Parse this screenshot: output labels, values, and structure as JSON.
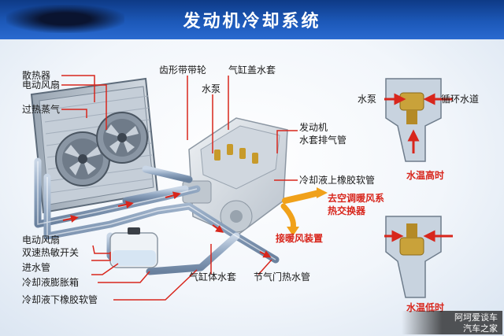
{
  "title": "发动机冷却系统",
  "labels": {
    "radiator": "散热器",
    "fan": "电动风扇",
    "steam": "过热蒸气",
    "gear_pulley": "齿形带带轮",
    "head_jacket": "气缸盖水套",
    "pump": "水泵",
    "engine_jacket_outlet_1": "发动机",
    "engine_jacket_outlet_2": "水套排气管",
    "upper_hose": "冷却液上橡胶软管",
    "ac_exchanger_1": "去空调暖风系",
    "ac_exchanger_2": "热交换器",
    "heater": "接暖风装置",
    "fan_switch_1": "电动风扇",
    "fan_switch_2": "双速热敏开关",
    "inlet_pipe": "进水管",
    "expansion_tank": "冷却液膨胀箱",
    "lower_hose": "冷却液下橡胶软管",
    "block_jacket": "气缸体水套",
    "throttle_pipe": "节气门热水管",
    "detail_pump": "水泵",
    "detail_channel": "循环水道",
    "temp_high": "水温高时",
    "temp_low": "水温低时"
  },
  "watermark": {
    "line1": "阿坷爱谈车",
    "line2": "汽车之家"
  },
  "colors": {
    "header": "#1c58b8",
    "label_red": "#d8261c",
    "pipe": "#8ea4bf",
    "flow_arrow": "#d8261c"
  }
}
